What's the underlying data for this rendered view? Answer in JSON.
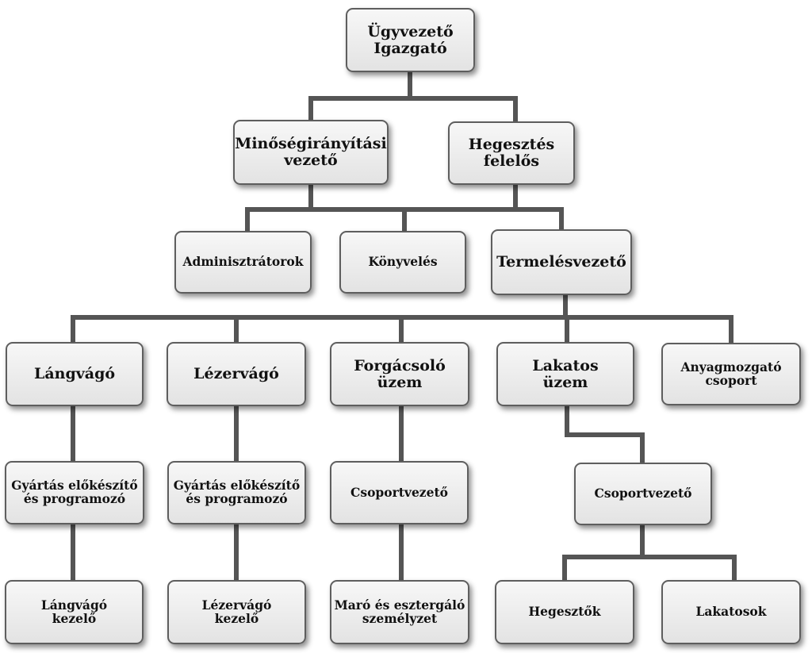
{
  "nodes": {
    "ceo": {
      "l1": "Ügyvezető",
      "l2": "Igazgató"
    },
    "quality": {
      "l1": "Minőségirányítási",
      "l2": "vezető"
    },
    "welding": {
      "l1": "Hegesztés",
      "l2": "felelős"
    },
    "admin": {
      "l1": "Adminisztrátorok"
    },
    "accounting": {
      "l1": "Könyvelés"
    },
    "production": {
      "l1": "Termelésvezető"
    },
    "flame_cut": {
      "l1": "Lángvágó"
    },
    "laser_cut": {
      "l1": "Lézervágó"
    },
    "machining": {
      "l1": "Forgácsoló",
      "l2": "üzem"
    },
    "locksmith": {
      "l1": "Lakatos",
      "l2": "üzem"
    },
    "material": {
      "l1": "Anyagmozgató",
      "l2": "csoport"
    },
    "prep1": {
      "l1": "Gyártás előkészítő",
      "l2": "és programozó"
    },
    "prep2": {
      "l1": "Gyártás előkészítő",
      "l2": "és programozó"
    },
    "group_lead1": {
      "l1": "Csoportvezető"
    },
    "group_lead2": {
      "l1": "Csoportvezető"
    },
    "flame_op": {
      "l1": "Lángvágó",
      "l2": "kezelő"
    },
    "laser_op": {
      "l1": "Lézervágó",
      "l2": "kezelő"
    },
    "mill_staff": {
      "l1": "Maró és esztergáló",
      "l2": "személyzet"
    },
    "welders": {
      "l1": "Hegesztők"
    },
    "locksmiths": {
      "l1": "Lakatosok"
    }
  }
}
